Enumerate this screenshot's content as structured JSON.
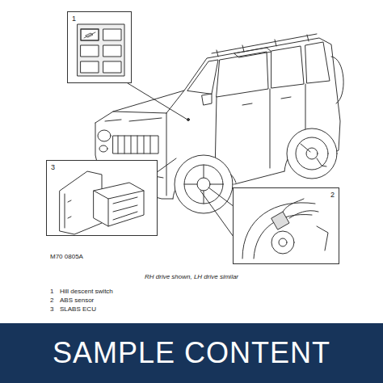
{
  "diagram": {
    "caption": "RH drive shown, LH drive similar",
    "nodes": [
      {
        "text": [
          "1"
        ]
      },
      {
        "text": [
          "3"
        ]
      },
      {
        "text": [
          "2"
        ]
      },
      {
        "text": [
          "SAMPLE CONTENT"
        ]
      }
    ],
    "labels": [
      "M70 0805A",
      "1",
      "Hill descent switch",
      "2",
      "ABS sensor",
      "3",
      "SLABS ECU"
    ]
  }
}
